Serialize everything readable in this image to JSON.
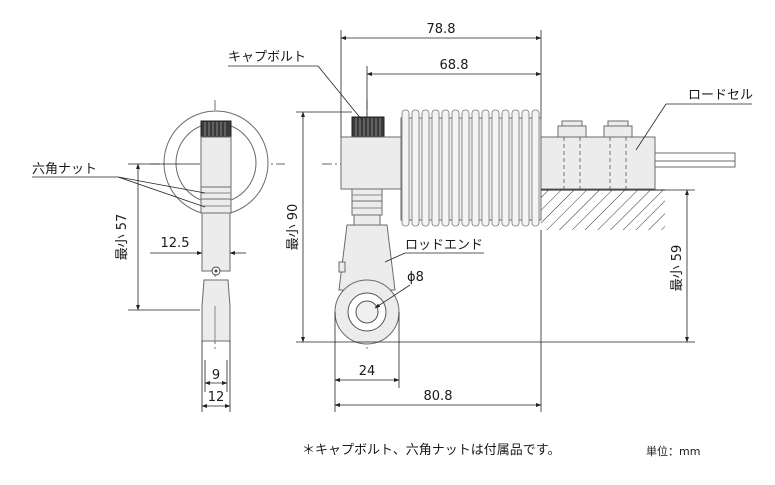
{
  "labels": {
    "cap_bolt": "キャプボルト",
    "hex_nut": "六角ナット",
    "rod_end": "ロッドエンド",
    "load_cell": "ロードセル"
  },
  "dimensions": {
    "d78_8": "78.8",
    "d68_8": "68.8",
    "d80_8": "80.8",
    "d24": "24",
    "d12_5": "12.5",
    "d9": "9",
    "d12": "12",
    "phi8": "ϕ8",
    "min90": "最小 90",
    "min57": "最小 57",
    "min59": "最小 59"
  },
  "footer": {
    "note": "＊キャプボルト、六角ナットは付属品です。",
    "unit": "単位：mm"
  }
}
